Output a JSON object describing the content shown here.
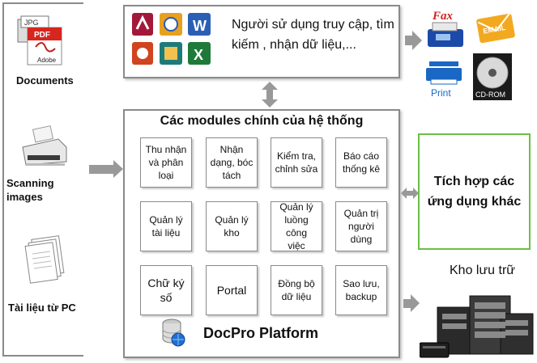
{
  "left": {
    "documents_label": "Documents",
    "scanning_label": "Scanning\nimages",
    "pc_docs_label": "Tài liệu từ PC",
    "jpg_label": "JPG",
    "pdf_label": "PDF",
    "adobe_label": "Adobe"
  },
  "top": {
    "access_text": "Người sử dụng truy cập, tìm\nkiếm , nhận dữ liệu,..."
  },
  "outputs": {
    "fax_label": "Fax",
    "email_label": "EMAIL",
    "print_label": "Print",
    "cdrom_label": "CD-ROM"
  },
  "main": {
    "title": "Các modules chính của hệ thống",
    "modules": [
      "Thu nhận\nvà phân\nloại",
      "Nhận\ndạng, bóc\ntách",
      "Kiểm tra,\nchỉnh sửa",
      "Báo cáo\nthống kê",
      "Quản lý\ntài liệu",
      "Quản lý\nkho",
      "Quản lý\nluồng công\nviệc",
      "Quản trị\nngười\ndùng",
      "Chữ ký\nsố",
      "Portal",
      "Đồng bộ\ndữ liệu",
      "Sao lưu,\nbackup"
    ],
    "platform_name": "DocPro Platform"
  },
  "right": {
    "integration_text": "Tích hợp các\nứng dụng khác",
    "storage_label": "Kho lưu trữ"
  },
  "colors": {
    "frame_border": "#8a8a8a",
    "integration_border": "#6bbf44",
    "arrow": "#999999"
  }
}
